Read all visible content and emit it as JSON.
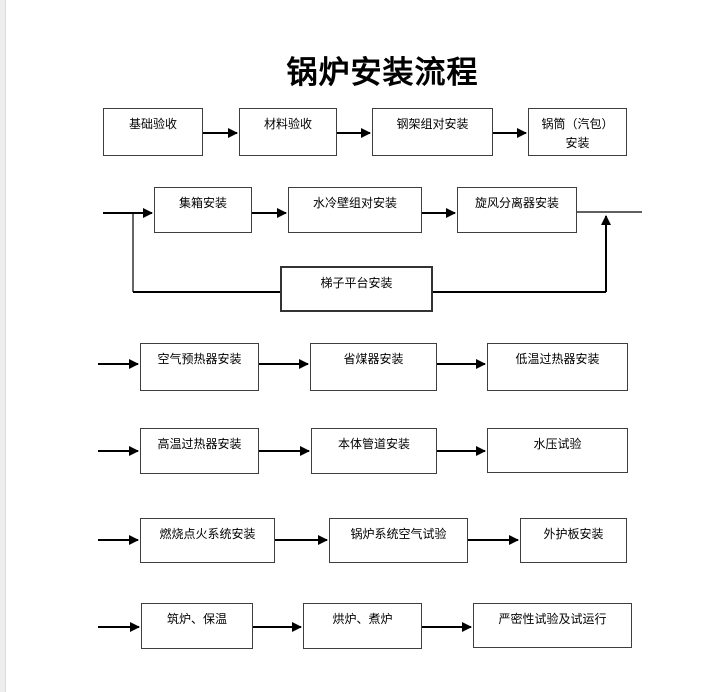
{
  "page": {
    "title": "锅炉安装流程"
  },
  "flowchart": {
    "nodes": [
      {
        "id": "n1",
        "label": "基础验收"
      },
      {
        "id": "n2",
        "label": "材料验收"
      },
      {
        "id": "n3",
        "label": "钢架组对安装"
      },
      {
        "id": "n4",
        "label": "锅筒（汽包）\n安装"
      },
      {
        "id": "n5",
        "label": "集箱安装"
      },
      {
        "id": "n6",
        "label": "水冷壁组对安装"
      },
      {
        "id": "n7",
        "label": "旋风分离器安装"
      },
      {
        "id": "n8",
        "label": "梯子平台安装"
      },
      {
        "id": "n9",
        "label": "空气预热器安装"
      },
      {
        "id": "n10",
        "label": "省煤器安装"
      },
      {
        "id": "n11",
        "label": "低温过热器安装"
      },
      {
        "id": "n12",
        "label": "高温过热器安装"
      },
      {
        "id": "n13",
        "label": "本体管道安装"
      },
      {
        "id": "n14",
        "label": "水压试验"
      },
      {
        "id": "n15",
        "label": "燃烧点火系统安装"
      },
      {
        "id": "n16",
        "label": "锅炉系统空气试验"
      },
      {
        "id": "n17",
        "label": "外护板安装"
      },
      {
        "id": "n18",
        "label": "筑炉、保温"
      },
      {
        "id": "n19",
        "label": "烘炉、煮炉"
      },
      {
        "id": "n20",
        "label": "严密性试验及试运行"
      }
    ],
    "edges": [
      {
        "from": "n1",
        "to": "n2"
      },
      {
        "from": "n2",
        "to": "n3"
      },
      {
        "from": "n3",
        "to": "n4"
      },
      {
        "from": "row2-entry",
        "to": "n5"
      },
      {
        "from": "n5",
        "to": "n6"
      },
      {
        "from": "n6",
        "to": "n7"
      },
      {
        "from": "n7",
        "to": "row2-exit"
      },
      {
        "from": "row2-entry",
        "to": "n8"
      },
      {
        "from": "n8",
        "to": "row2-exit"
      },
      {
        "from": "row3-entry",
        "to": "n9"
      },
      {
        "from": "n9",
        "to": "n10"
      },
      {
        "from": "n10",
        "to": "n11"
      },
      {
        "from": "row4-entry",
        "to": "n12"
      },
      {
        "from": "n12",
        "to": "n13"
      },
      {
        "from": "n13",
        "to": "n14"
      },
      {
        "from": "row5-entry",
        "to": "n15"
      },
      {
        "from": "n15",
        "to": "n16"
      },
      {
        "from": "n16",
        "to": "n17"
      },
      {
        "from": "row6-entry",
        "to": "n18"
      },
      {
        "from": "n18",
        "to": "n19"
      },
      {
        "from": "n19",
        "to": "n20"
      }
    ],
    "colors": {
      "background": "#ffffff",
      "box_border": "#3f3f3f",
      "line": "#000000",
      "text": "#000000"
    }
  }
}
